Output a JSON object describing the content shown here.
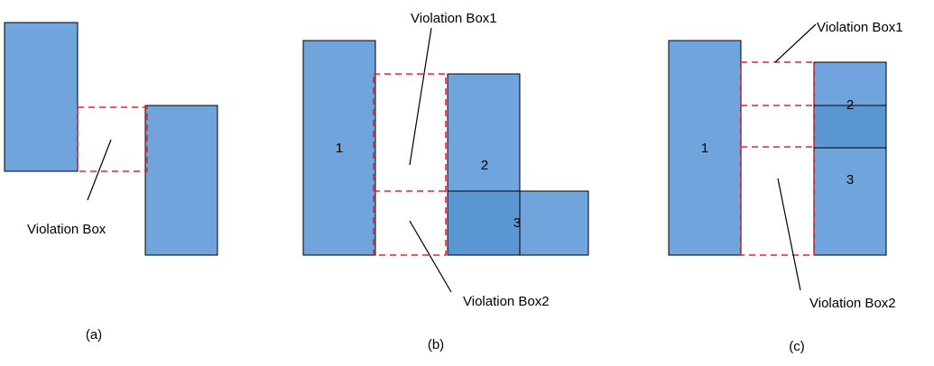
{
  "diagram": {
    "panel_a": {
      "violation_label": "Violation Box",
      "caption": "(a)"
    },
    "panel_b": {
      "violation1_label": "Violation Box1",
      "violation2_label": "Violation Box2",
      "rect1_label": "1",
      "rect2_label": "2",
      "rect3_label": "3",
      "caption": "(b)"
    },
    "panel_c": {
      "violation1_label": "Violation Box1",
      "violation2_label": "Violation Box2",
      "rect1_label": "1",
      "rect2_label": "2",
      "rect3_label": "3",
      "caption": "(c)"
    },
    "colors": {
      "block_fill": "#6fa5dc",
      "overlap_fill": "#5b97d3",
      "violation_stroke": "#e8202a"
    }
  }
}
